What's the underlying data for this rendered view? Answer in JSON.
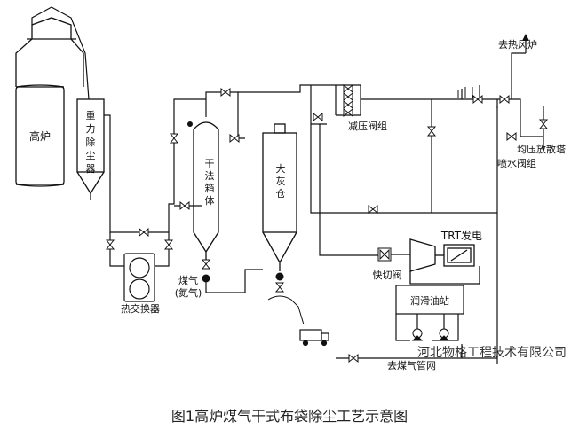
{
  "labels": {
    "blast_furnace": "高炉",
    "gravity_dust_catcher": "重力除尘器",
    "heat_exchanger": "热交换器",
    "dry_filter_box": "干法箱体",
    "ash_bin": "大灰仓",
    "gas_nitrogen": "煤气\n(氮气)",
    "pressure_reducing_valve_group": "减压阀组",
    "to_hot_stove": "去热风炉",
    "pressure_equalizing_tower": "均压放散塔",
    "spray_valve_group": "喷水阀组",
    "trt_generator": "TRT发电",
    "quick_cut_valve": "快切阀",
    "lube_oil_station": "润滑油站",
    "pipe_network_label": "去煤气管网",
    "watermark": "河北物格工程技术有限公司"
  },
  "caption": "图1高炉煤气干式布袋除尘工艺示意图"
}
